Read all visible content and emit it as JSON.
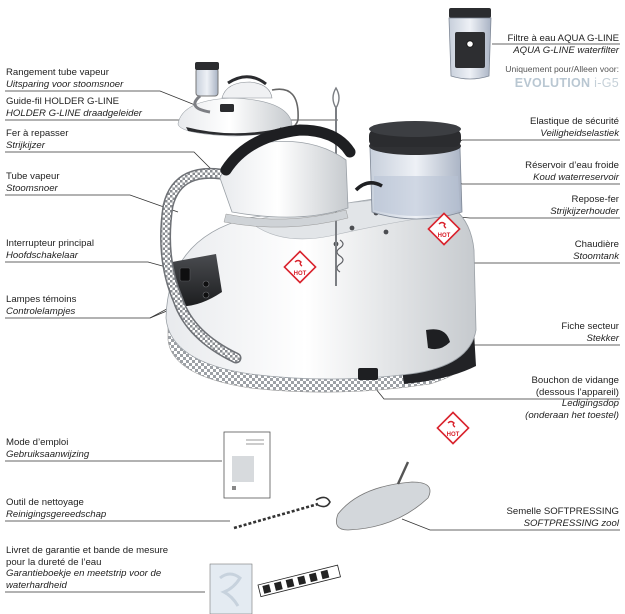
{
  "labels": {
    "filter": {
      "fr": "Filtre à eau AQUA G-LINE",
      "nl": "AQUA G-LINE waterfilter",
      "note": "Uniquement pour/Alleen voor:",
      "model_a": "EVOLUTION",
      "model_b": "i-G5"
    },
    "storage": {
      "fr": "Rangement tube vapeur",
      "nl": "Uitsparing voor stoomsnoer"
    },
    "holder": {
      "fr": "Guide-fil HOLDER G-LINE",
      "nl": "HOLDER G-LINE draadgeleider"
    },
    "iron": {
      "fr": "Fer à repasser",
      "nl": "Strijkijzer"
    },
    "hose": {
      "fr": "Tube vapeur",
      "nl": "Stoomsnoer"
    },
    "switch": {
      "fr": "Interrupteur principal",
      "nl": "Hoofdschakelaar"
    },
    "lamps": {
      "fr": "Lampes témoins",
      "nl": "Controlelampjes"
    },
    "reservoir": {
      "fr": "Réservoir d’eau froide",
      "nl": "Koud waterreservoir"
    },
    "elastic": {
      "fr": "Elastique de sécurité",
      "nl": "Veiligheidselastiek"
    },
    "rest": {
      "fr": "Repose-fer",
      "nl": "Strijkijzerhouder"
    },
    "boiler": {
      "fr": "Chaudière",
      "nl": "Stoomtank"
    },
    "plug": {
      "fr": "Fiche secteur",
      "nl": "Stekker"
    },
    "drain": {
      "fr1": "Bouchon de vidange",
      "fr2": "(dessous l’appareil)",
      "nl1": "Ledigingsdop",
      "nl2": "(onderaan het toestel)"
    },
    "manual": {
      "fr": "Mode d’emploi",
      "nl": "Gebruiksaanwijzing"
    },
    "tool": {
      "fr": "Outil de nettoyage",
      "nl": "Reinigingsgereedschap"
    },
    "warranty": {
      "fr1": "Livret de garantie et bande de mesure",
      "fr2": "pour la dureté de l’eau",
      "nl1": "Garantieboekje en meetstrip voor de",
      "nl2": "waterhardheid"
    },
    "soleplate": {
      "fr": "Semelle SOFTPRESSING",
      "nl": "SOFTPRESSING zool"
    }
  },
  "hot_badge": "HOT",
  "colors": {
    "line": "#333333",
    "hot_red": "#d9232d",
    "body_white": "#f4f5f6",
    "body_shadow": "#c9ccd0",
    "dark": "#2a2b2e",
    "water": "#b8c2d6",
    "model": "#b9c7d2"
  }
}
